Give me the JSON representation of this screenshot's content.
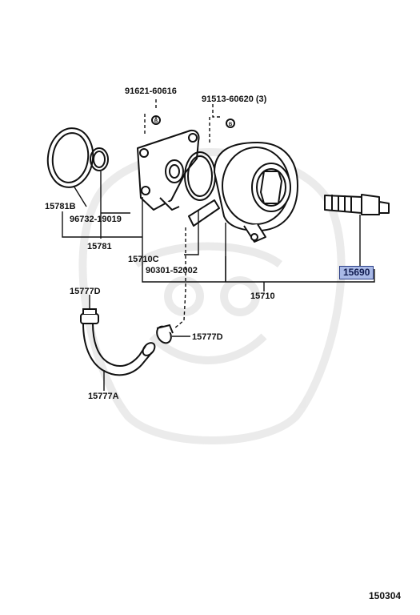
{
  "labels": {
    "bolt_91621": "91621-60616",
    "bolt_91513": "91513-60620 (3)",
    "gasket_15781b": "15781B",
    "oring_96732": "96732-19019",
    "group_15781": "15781",
    "group_15710c": "15710C",
    "oring_90301": "90301-52002",
    "group_15710": "15710",
    "valve_15690": "15690",
    "clamp_upper_15777d": "15777D",
    "clamp_lower_15777d": "15777D",
    "hose_15777a": "15777A",
    "bolt_marker": "B"
  },
  "footer": {
    "diagram_code": "150304"
  },
  "colors": {
    "highlight_fill": "#a9b9e6",
    "highlight_border": "#2c3f86",
    "ink": "#111111"
  }
}
